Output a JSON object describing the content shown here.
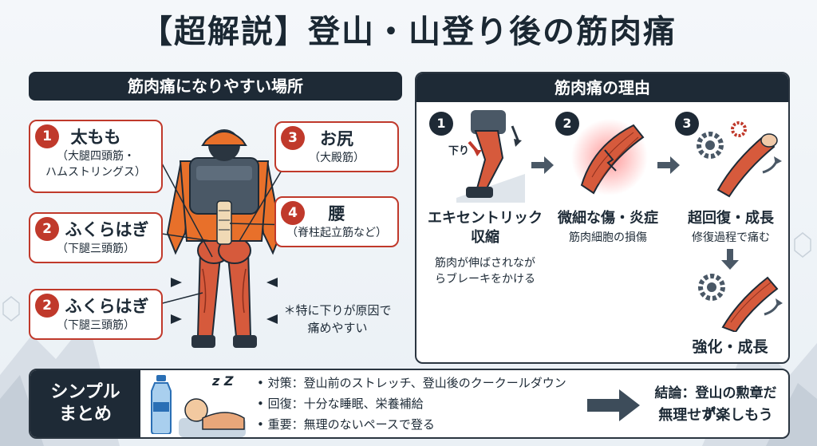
{
  "title": "【超解説】登山・山登り後の筋肉痛",
  "left_panel": {
    "header": "筋肉痛になりやすい場所",
    "callouts": [
      {
        "num": "1",
        "name": "太もも",
        "sub": "（大腿四頭筋・\nハムストリングス）"
      },
      {
        "num": "2",
        "name": "ふくらはぎ",
        "sub": "（下腿三頭筋）"
      },
      {
        "num": "2",
        "name": "ふくらはぎ",
        "sub": "（下腿三頭筋）"
      },
      {
        "num": "3",
        "name": "お尻",
        "sub": "（大殿筋）"
      },
      {
        "num": "4",
        "name": "腰",
        "sub": "（脊柱起立筋など）"
      }
    ],
    "note": "＊特に下りが原因で\n痛めやすい"
  },
  "right_panel": {
    "header": "筋肉痛の理由",
    "steps": [
      {
        "num": "1",
        "label": "下り",
        "title": "エキセントリック\n収縮",
        "sub": "筋肉が伸ばされなが\nらブレーキをかける"
      },
      {
        "num": "2",
        "title": "微細な傷・炎症",
        "sub": "筋肉細胞の損傷"
      },
      {
        "num": "3",
        "title": "超回復・成長",
        "sub": "修復過程で痛む"
      }
    ],
    "final": "強化・成長"
  },
  "summary": {
    "label": "シンプル\nまとめ",
    "zzz": "z Z",
    "bullets": [
      "• 対策：登山前のストレッチ、登山後のクークールダウン",
      "• 回復：十分な睡眠、栄養補給",
      "• 重要：無理のないペースで登る"
    ],
    "conclusion_1": "結論：登山の勲章だが、",
    "conclusion_2": "無理せず楽しもう"
  },
  "colors": {
    "accent": "#c0392b",
    "dark": "#1e2a36",
    "muscle": "#d65a3c",
    "jacket": "#e8702a"
  }
}
